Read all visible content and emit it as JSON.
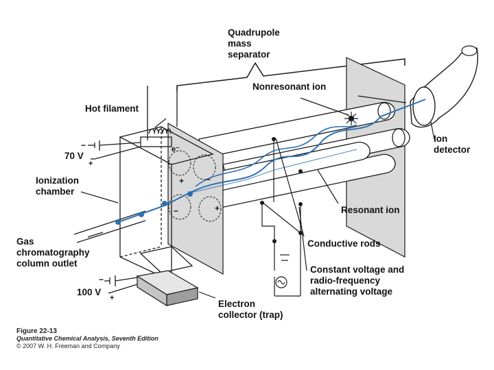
{
  "labels": {
    "quadrupole": "Quadrupole\nmass\nseparator",
    "nonresonant": "Nonresonant ion",
    "hot_filament": "Hot filament",
    "voltage_70": "70 V",
    "ionization": "Ionization\nchamber",
    "gc_outlet": "Gas\nchromatography\ncolumn outlet",
    "voltage_100": "100 V",
    "electron_collector": "Electron\ncollector (trap)",
    "ion_detector": "Ion\ndetector",
    "resonant_ion": "Resonant ion",
    "conductive_rods": "Conductive rods",
    "rf_voltage": "Constant voltage and\nradio-frequency\nalternating voltage",
    "electron_symbol": "e⁻",
    "plus": "+",
    "minus": "−"
  },
  "caption": {
    "figure": "Figure 22-13",
    "book": "Quantitative Chemical Analysis, Seventh Edition",
    "copyright": "© 2007 W. H. Freeman and Company"
  },
  "colors": {
    "ion_path": "#2d6fb0",
    "line": "#1a1a1a",
    "panel": "#d9d9d9",
    "collector": "#b8b8b8"
  }
}
